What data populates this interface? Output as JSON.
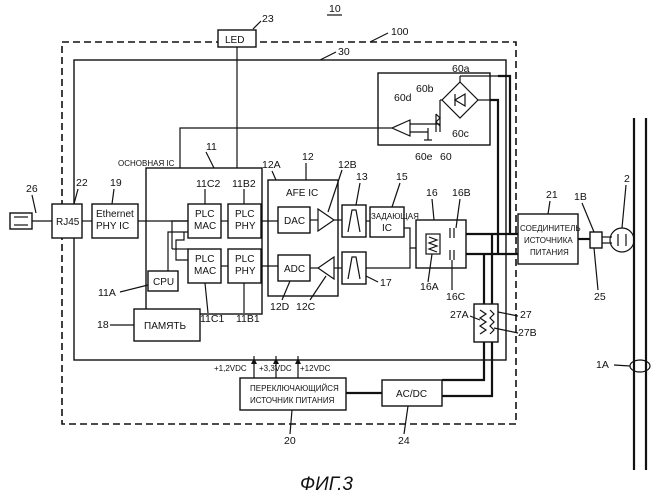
{
  "figure": {
    "number": "10",
    "caption": "ФИГ.3"
  },
  "blocks": {
    "led": "LED",
    "rj45": "RJ45",
    "eth_line1": "Ethernet",
    "eth_line2": "PHY IC",
    "main_ic_label": "ОСНОВНАЯ IC",
    "plc_mac_top_1": "PLC",
    "plc_mac_top_2": "MAC",
    "plc_phy_top_1": "PLC",
    "plc_phy_top_2": "PHY",
    "plc_mac_bot_1": "PLC",
    "plc_mac_bot_2": "MAC",
    "plc_phy_bot_1": "PLC",
    "plc_phy_bot_2": "PHY",
    "cpu": "CPU",
    "memory": "ПАМЯТЬ",
    "afe_ic": "AFE IC",
    "dac": "DAC",
    "adc": "ADC",
    "driver_1": "ЗАДАЮЩАЯ",
    "driver_2": "IC",
    "connector_1": "СОЕДИНИТЕЛЬ",
    "connector_2": "ИСТОЧНИКА",
    "connector_3": "ПИТАНИЯ",
    "switching_1": "ПЕРЕКЛЮЧАЮЩИЙСЯ",
    "switching_2": "ИСТОЧНИК ПИТАНИЯ",
    "acdc": "AC/DC",
    "v12": "+1,2VDC",
    "v33": "+3,3VDC",
    "v120": "+12VDC"
  },
  "refs": {
    "r23": "23",
    "r100": "100",
    "r30": "30",
    "r60a": "60a",
    "r60b": "60b",
    "r60c": "60c",
    "r60d": "60d",
    "r60e": "60e",
    "r60": "60",
    "r11": "11",
    "r12A": "12A",
    "r12": "12",
    "r12B": "12B",
    "r13": "13",
    "r15": "15",
    "r16": "16",
    "r16B": "16B",
    "r21": "21",
    "r1B": "1B",
    "r2": "2",
    "r26": "26",
    "r22": "22",
    "r19": "19",
    "r11C2": "11C2",
    "r11B2": "11B2",
    "r11A": "11A",
    "r11C1": "11C1",
    "r11B1": "11B1",
    "r18": "18",
    "r12D": "12D",
    "r12C": "12C",
    "r17": "17",
    "r16A": "16A",
    "r16C": "16C",
    "r25": "25",
    "r27": "27",
    "r27A": "27A",
    "r27B": "27B",
    "r1A": "1A",
    "r20": "20",
    "r24": "24"
  }
}
